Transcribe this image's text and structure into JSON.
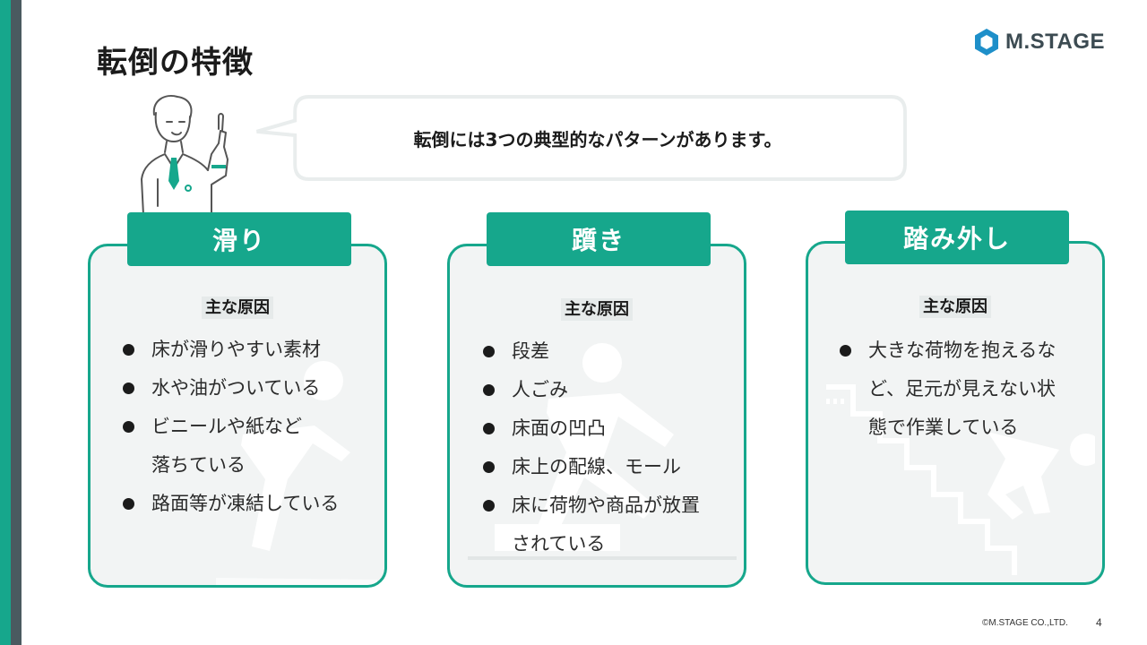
{
  "slide": {
    "title": "転倒の特徴",
    "bubble_text": "転倒には3つの典型的なパターンがあります。",
    "footer": "©M.STAGE CO.,LTD.",
    "page_number": "4"
  },
  "logo": {
    "text": "M.STAGE"
  },
  "cards": [
    {
      "header": "滑り",
      "cause_label": "主な原因",
      "bullets": [
        "床が滑りやすい素材",
        "水や油がついている",
        "ビニールや紙など",
        "路面等が凍結している"
      ],
      "continuation": "落ちている"
    },
    {
      "header": "躓き",
      "cause_label": "主な原因",
      "bullets": [
        "段差",
        "人ごみ",
        "床面の凹凸",
        "床上の配線、モール",
        "床に荷物や商品が放置"
      ],
      "continuation": "されている"
    },
    {
      "header": "踏み外し",
      "cause_label": "主な原因",
      "bullets": [
        "大きな荷物を抱えるな"
      ],
      "continuation_lines": [
        "ど、足元が見えない状",
        "態で作業している"
      ]
    }
  ],
  "colors": {
    "accent": "#16a78c",
    "dark_bar": "#4a5a60",
    "card_bg": "#f2f4f4"
  }
}
